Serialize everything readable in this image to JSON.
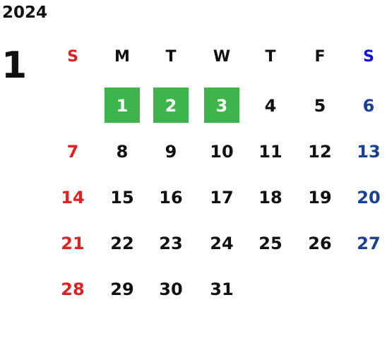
{
  "year": "2024",
  "month": "1",
  "colors": {
    "sunday": "#e02020",
    "saturday": "#1a3f99",
    "weekday": "#111111",
    "saturday_header": "#1010e0",
    "highlight_bg": "#3db44c",
    "highlight_text": "#ffffff"
  },
  "weekdays": [
    "S",
    "M",
    "T",
    "W",
    "T",
    "F",
    "S"
  ],
  "weeks": [
    [
      {
        "day": "",
        "highlight": false
      },
      {
        "day": "1",
        "highlight": true
      },
      {
        "day": "2",
        "highlight": true
      },
      {
        "day": "3",
        "highlight": true
      },
      {
        "day": "4",
        "highlight": false
      },
      {
        "day": "5",
        "highlight": false
      },
      {
        "day": "6",
        "highlight": false
      }
    ],
    [
      {
        "day": "7",
        "highlight": false
      },
      {
        "day": "8",
        "highlight": false
      },
      {
        "day": "9",
        "highlight": false
      },
      {
        "day": "10",
        "highlight": false
      },
      {
        "day": "11",
        "highlight": false
      },
      {
        "day": "12",
        "highlight": false
      },
      {
        "day": "13",
        "highlight": false
      }
    ],
    [
      {
        "day": "14",
        "highlight": false
      },
      {
        "day": "15",
        "highlight": false
      },
      {
        "day": "16",
        "highlight": false
      },
      {
        "day": "17",
        "highlight": false
      },
      {
        "day": "18",
        "highlight": false
      },
      {
        "day": "19",
        "highlight": false
      },
      {
        "day": "20",
        "highlight": false
      }
    ],
    [
      {
        "day": "21",
        "highlight": false
      },
      {
        "day": "22",
        "highlight": false
      },
      {
        "day": "23",
        "highlight": false
      },
      {
        "day": "24",
        "highlight": false
      },
      {
        "day": "25",
        "highlight": false
      },
      {
        "day": "26",
        "highlight": false
      },
      {
        "day": "27",
        "highlight": false
      }
    ],
    [
      {
        "day": "28",
        "highlight": false
      },
      {
        "day": "29",
        "highlight": false
      },
      {
        "day": "30",
        "highlight": false
      },
      {
        "day": "31",
        "highlight": false
      },
      {
        "day": "",
        "highlight": false
      },
      {
        "day": "",
        "highlight": false
      },
      {
        "day": "",
        "highlight": false
      }
    ]
  ]
}
